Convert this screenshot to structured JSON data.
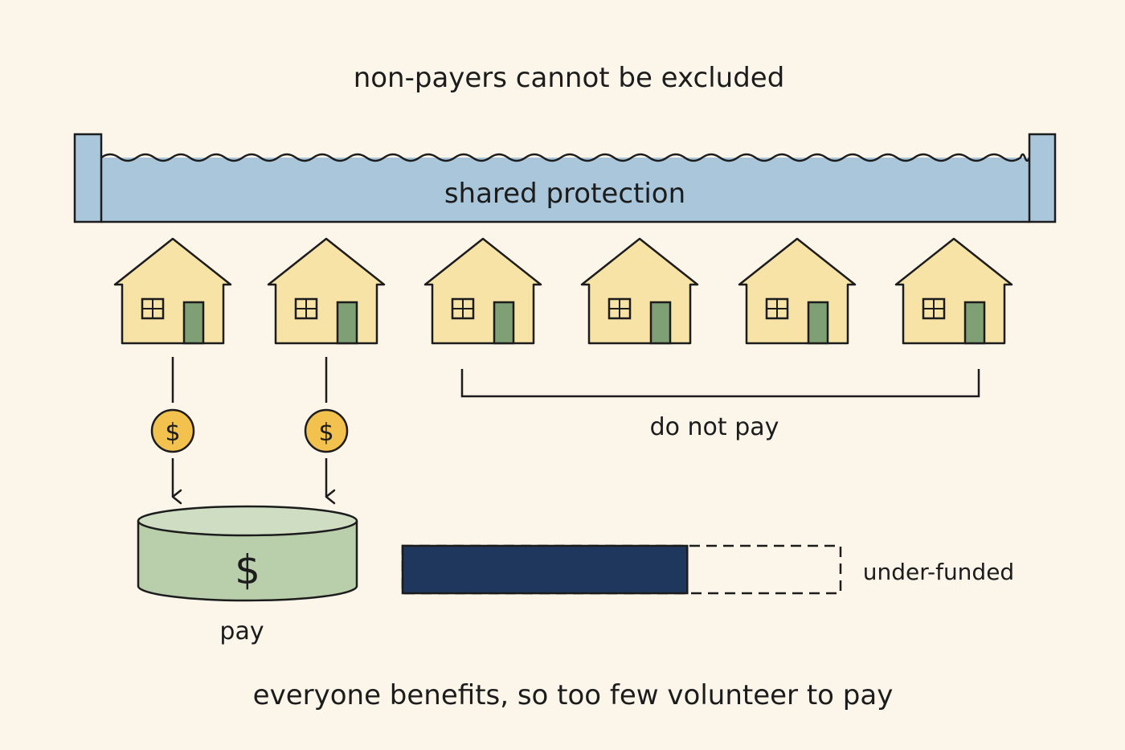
{
  "title": "non-payers cannot be excluded",
  "protection_label": "shared protection",
  "non_payers_label": "do not pay",
  "payers_label": "pay",
  "coin_symbol": "$",
  "fund_symbol": "$",
  "funding_label": "under-funded",
  "funding_level": 0.65,
  "caption": "everyone benefits, so too few volunteer to pay",
  "houses": [
    {
      "pays": true
    },
    {
      "pays": true
    },
    {
      "pays": false
    },
    {
      "pays": false
    },
    {
      "pays": false
    },
    {
      "pays": false
    }
  ],
  "colors": {
    "background": "#fbf5ea",
    "water": "#a9c6da",
    "house": "#f7e3a6",
    "door": "#7f9f74",
    "coin": "#f2c14e",
    "fund": "#b9ceaa",
    "funding_bar": "#1f365d",
    "outline": "#1c1c1c"
  }
}
